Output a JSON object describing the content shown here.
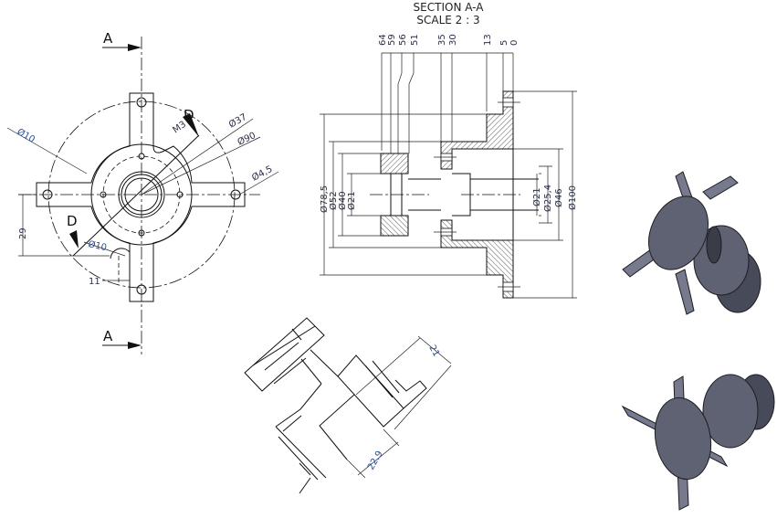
{
  "front_view": {
    "section_marker_top": "A",
    "section_marker_bottom": "A",
    "detail_label_top": "D",
    "detail_label_bottom": "D",
    "thread": "M3",
    "dia_10_top": "Ø10",
    "dia_37": "Ø37",
    "dia_90": "Ø90",
    "dia_4_5": "Ø4,5",
    "dia_10_bottom": "Ø10",
    "dim_29": "29",
    "dim_11": "11"
  },
  "section_view": {
    "title": "SECTION A-A",
    "scale": "SCALE 2 : 3",
    "ordinates": [
      "64",
      "59",
      "56",
      "51",
      "35",
      "30",
      "13",
      "5",
      "0"
    ],
    "left_diameters": [
      "Ø78,5",
      "Ø52",
      "Ø40",
      "Ø21"
    ],
    "right_diameters": [
      "Ø21",
      "Ø25,4",
      "Ø46",
      "Ø100"
    ]
  },
  "iso_view": {
    "dim_21": "21",
    "dim_22_9": "22.9"
  },
  "colors": {
    "line": "#111111",
    "dimension_text": "#2b4f9e",
    "shaded_body": "#5f6273"
  }
}
